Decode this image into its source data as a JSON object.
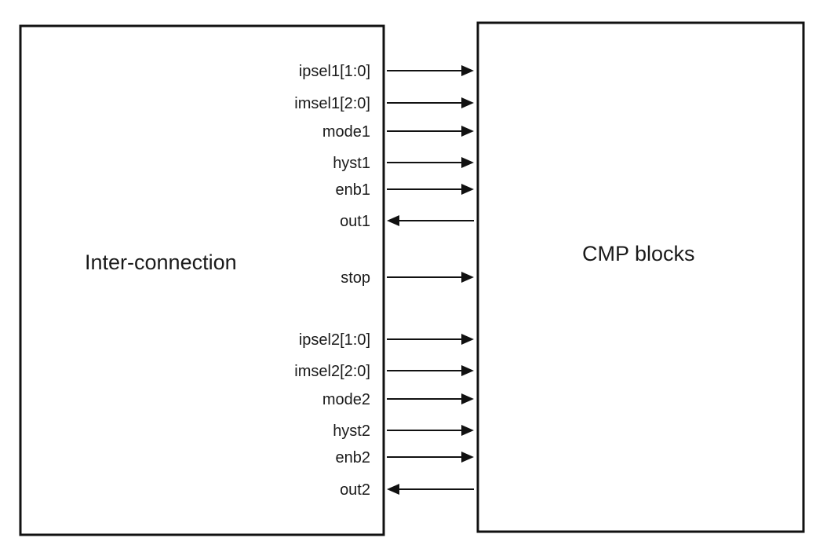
{
  "left_block": {
    "title": "Inter-connection"
  },
  "right_block": {
    "title": "CMP blocks"
  },
  "signals": [
    {
      "label": "ipsel1[1:0]",
      "direction": "to-right"
    },
    {
      "label": "imsel1[2:0]",
      "direction": "to-right"
    },
    {
      "label": "mode1",
      "direction": "to-right"
    },
    {
      "label": "hyst1",
      "direction": "to-right"
    },
    {
      "label": "enb1",
      "direction": "to-right"
    },
    {
      "label": "out1",
      "direction": "to-left"
    },
    {
      "label": "stop",
      "direction": "to-right"
    },
    {
      "label": "ipsel2[1:0]",
      "direction": "to-right"
    },
    {
      "label": "imsel2[2:0]",
      "direction": "to-right"
    },
    {
      "label": "mode2",
      "direction": "to-right"
    },
    {
      "label": "hyst2",
      "direction": "to-right"
    },
    {
      "label": "enb2",
      "direction": "to-right"
    },
    {
      "label": "out2",
      "direction": "to-left"
    }
  ],
  "colors": {
    "stroke": "#111111",
    "text": "#1a1a1a",
    "background": "#ffffff"
  }
}
